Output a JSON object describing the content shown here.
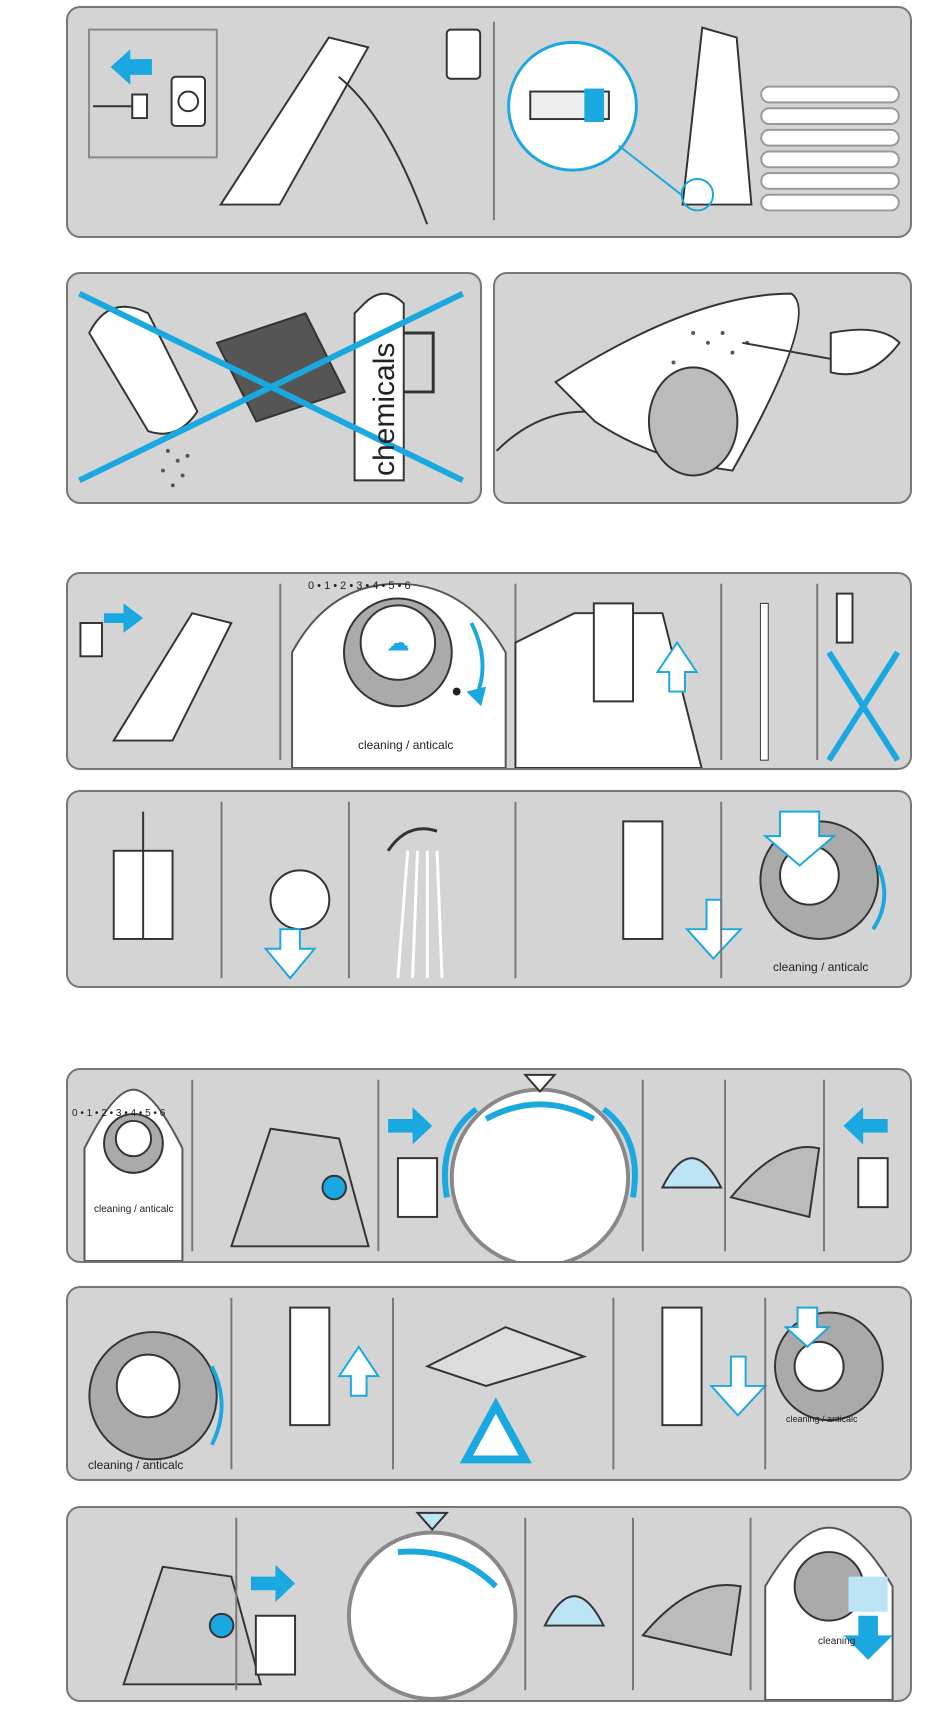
{
  "labels": {
    "chemicals": "chemicals",
    "cleaning_anticalc": "cleaning / anticalc",
    "cleaning": "cleaning",
    "dial_scale": "0 • 1 • 2 • 3 • 4 • 5 • 6"
  },
  "colors": {
    "accent": "#1aa8e0",
    "panel": "#d4d4d4",
    "border": "#777777",
    "line": "#333333"
  }
}
